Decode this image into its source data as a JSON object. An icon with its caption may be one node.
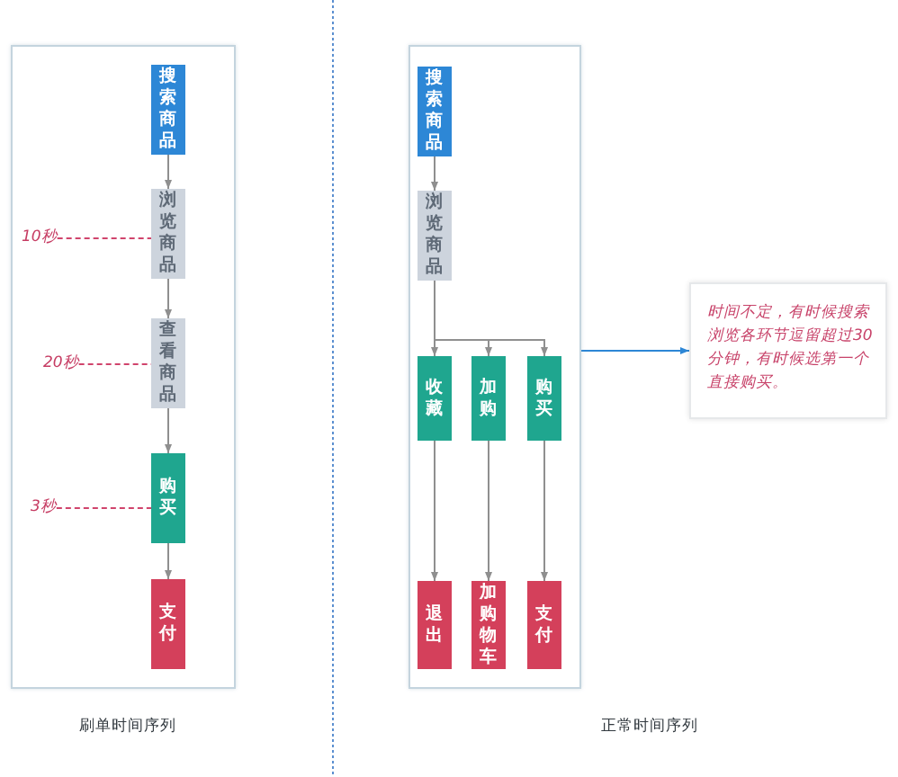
{
  "diagram": {
    "nodes": [
      {
        "text": [],
        "shape": "box",
        "beside": [
          "刷单时间序列"
        ]
      },
      {
        "text": [
          "搜索商品"
        ],
        "in": 0
      },
      {
        "text": [
          "浏览商品"
        ],
        "in": 0
      },
      {
        "text": [
          "查看商品"
        ],
        "in": 0
      },
      {
        "text": [
          "购买"
        ],
        "in": 0
      },
      {
        "text": [
          "支付"
        ],
        "in": 0
      },
      {
        "text": [
          "10秒"
        ],
        "in": 0
      },
      {
        "text": [
          "20秒"
        ],
        "in": 0
      },
      {
        "text": [
          "3秒"
        ],
        "in": 0
      },
      {
        "text": [],
        "shape": "box",
        "beside": [
          "正常时间序列"
        ]
      },
      {
        "text": [
          "搜索商品"
        ],
        "in": 9
      },
      {
        "text": [
          "浏览商品"
        ],
        "in": 9
      },
      {
        "text": [
          "收藏"
        ],
        "in": 9
      },
      {
        "text": [
          "加购"
        ],
        "in": 9
      },
      {
        "text": [
          "购买"
        ],
        "in": 9
      },
      {
        "text": [
          "退出"
        ],
        "in": 9
      },
      {
        "text": [
          "加购物车"
        ],
        "in": 9
      },
      {
        "text": [
          "支付"
        ],
        "in": 9
      },
      {
        "text": [
          "时间不定，有时候搜索浏览各环节逗留超过30分钟，有时候选第一个直接购买。"
        ]
      }
    ],
    "edges": [
      {
        "from": 1,
        "to": 2,
        "arrow": "to"
      },
      {
        "from": 2,
        "to": 3,
        "arrow": "to"
      },
      {
        "from": 3,
        "to": 4,
        "arrow": "to"
      },
      {
        "from": 4,
        "to": 5,
        "arrow": "to"
      },
      {
        "from": 6,
        "to": 2,
        "arrow": "none",
        "style": "dashed",
        "color": "#d0446c"
      },
      {
        "from": 7,
        "to": 3,
        "arrow": "none",
        "style": "dashed",
        "color": "#d0446c"
      },
      {
        "from": 8,
        "to": 4,
        "arrow": "none",
        "style": "dashed",
        "color": "#d0446c"
      },
      {
        "from": 10,
        "to": 11,
        "arrow": "to"
      },
      {
        "from": 11,
        "to": 12,
        "arrow": "to"
      },
      {
        "from": 11,
        "to": 13,
        "arrow": "to"
      },
      {
        "from": 11,
        "to": 14,
        "arrow": "to"
      },
      {
        "from": 12,
        "to": 15,
        "arrow": "to"
      },
      {
        "from": 13,
        "to": 16,
        "arrow": "to"
      },
      {
        "from": 14,
        "to": 17,
        "arrow": "to"
      },
      {
        "from": 9,
        "to": 18,
        "arrow": "to",
        "color": "#2d87d6"
      }
    ]
  }
}
